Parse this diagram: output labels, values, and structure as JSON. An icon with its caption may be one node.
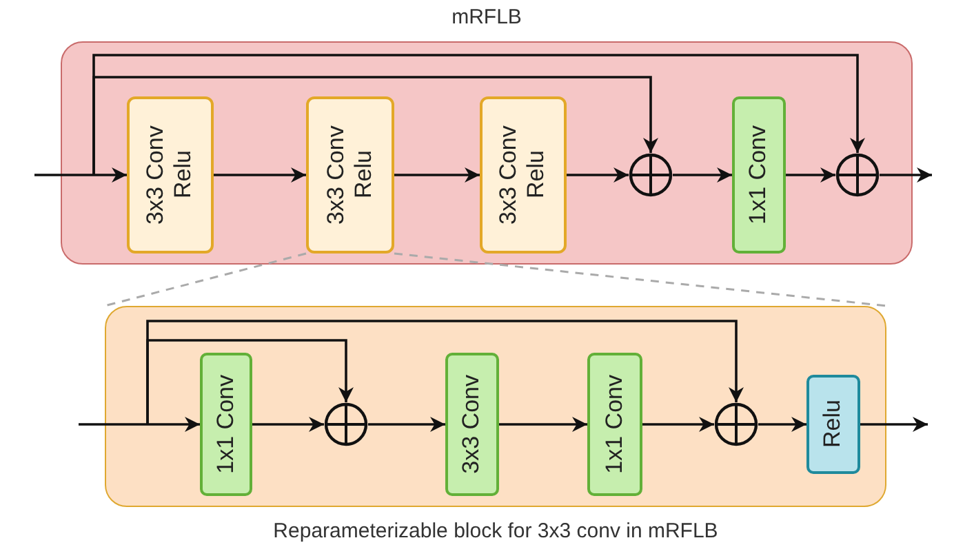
{
  "diagram": {
    "nodes": [
      {
        "text": [
          "mRFLB"
        ]
      },
      {
        "text": [
          "3x3 Conv Relu"
        ],
        "in": 0
      },
      {
        "text": [
          "3x3 Conv Relu"
        ],
        "in": 0
      },
      {
        "text": [
          "3x3 Conv Relu"
        ],
        "in": 0
      },
      {
        "text": [],
        "shape": "circle",
        "in": 0
      },
      {
        "text": [
          "1x1 Conv"
        ],
        "in": 0
      },
      {
        "text": [],
        "shape": "circle",
        "in": 0
      },
      {
        "text": [
          "Reparameterizable block for 3x3 conv in mRFLB"
        ]
      },
      {
        "text": [
          "1x1 Conv"
        ],
        "in": 7
      },
      {
        "text": [],
        "shape": "circle",
        "in": 7
      },
      {
        "text": [
          "3x3 Conv"
        ],
        "in": 7
      },
      {
        "text": [
          "1x1 Conv"
        ],
        "in": 7
      },
      {
        "text": [],
        "shape": "circle",
        "in": 7
      },
      {
        "text": [
          "Relu"
        ],
        "in": 7
      }
    ],
    "edges": [
      {
        "from": null,
        "to": 1,
        "arrow": "to"
      },
      {
        "from": 1,
        "to": 2,
        "arrow": "to"
      },
      {
        "from": 2,
        "to": 3,
        "arrow": "to"
      },
      {
        "from": 3,
        "to": 4,
        "arrow": "to"
      },
      {
        "from": 4,
        "to": 5,
        "arrow": "to"
      },
      {
        "from": 5,
        "to": 6,
        "arrow": "to"
      },
      {
        "from": 6,
        "to": null,
        "arrow": "to"
      },
      {
        "from": null,
        "to": 4,
        "arrow": "to"
      },
      {
        "from": null,
        "to": 6,
        "arrow": "to"
      },
      {
        "from": 2,
        "to": 7,
        "arrow": "none",
        "style": "dashed",
        "color": "#aaaaaa"
      },
      {
        "from": 2,
        "to": 7,
        "arrow": "none",
        "style": "dashed",
        "color": "#aaaaaa"
      },
      {
        "from": null,
        "to": 8,
        "arrow": "to"
      },
      {
        "from": 8,
        "to": 9,
        "arrow": "to"
      },
      {
        "from": 9,
        "to": 10,
        "arrow": "to"
      },
      {
        "from": 10,
        "to": 11,
        "arrow": "to"
      },
      {
        "from": 11,
        "to": 12,
        "arrow": "to"
      },
      {
        "from": 12,
        "to": 13,
        "arrow": "to"
      },
      {
        "from": 13,
        "to": null,
        "arrow": "to"
      },
      {
        "from": null,
        "to": 9,
        "arrow": "to"
      },
      {
        "from": null,
        "to": 12,
        "arrow": "to"
      }
    ]
  }
}
